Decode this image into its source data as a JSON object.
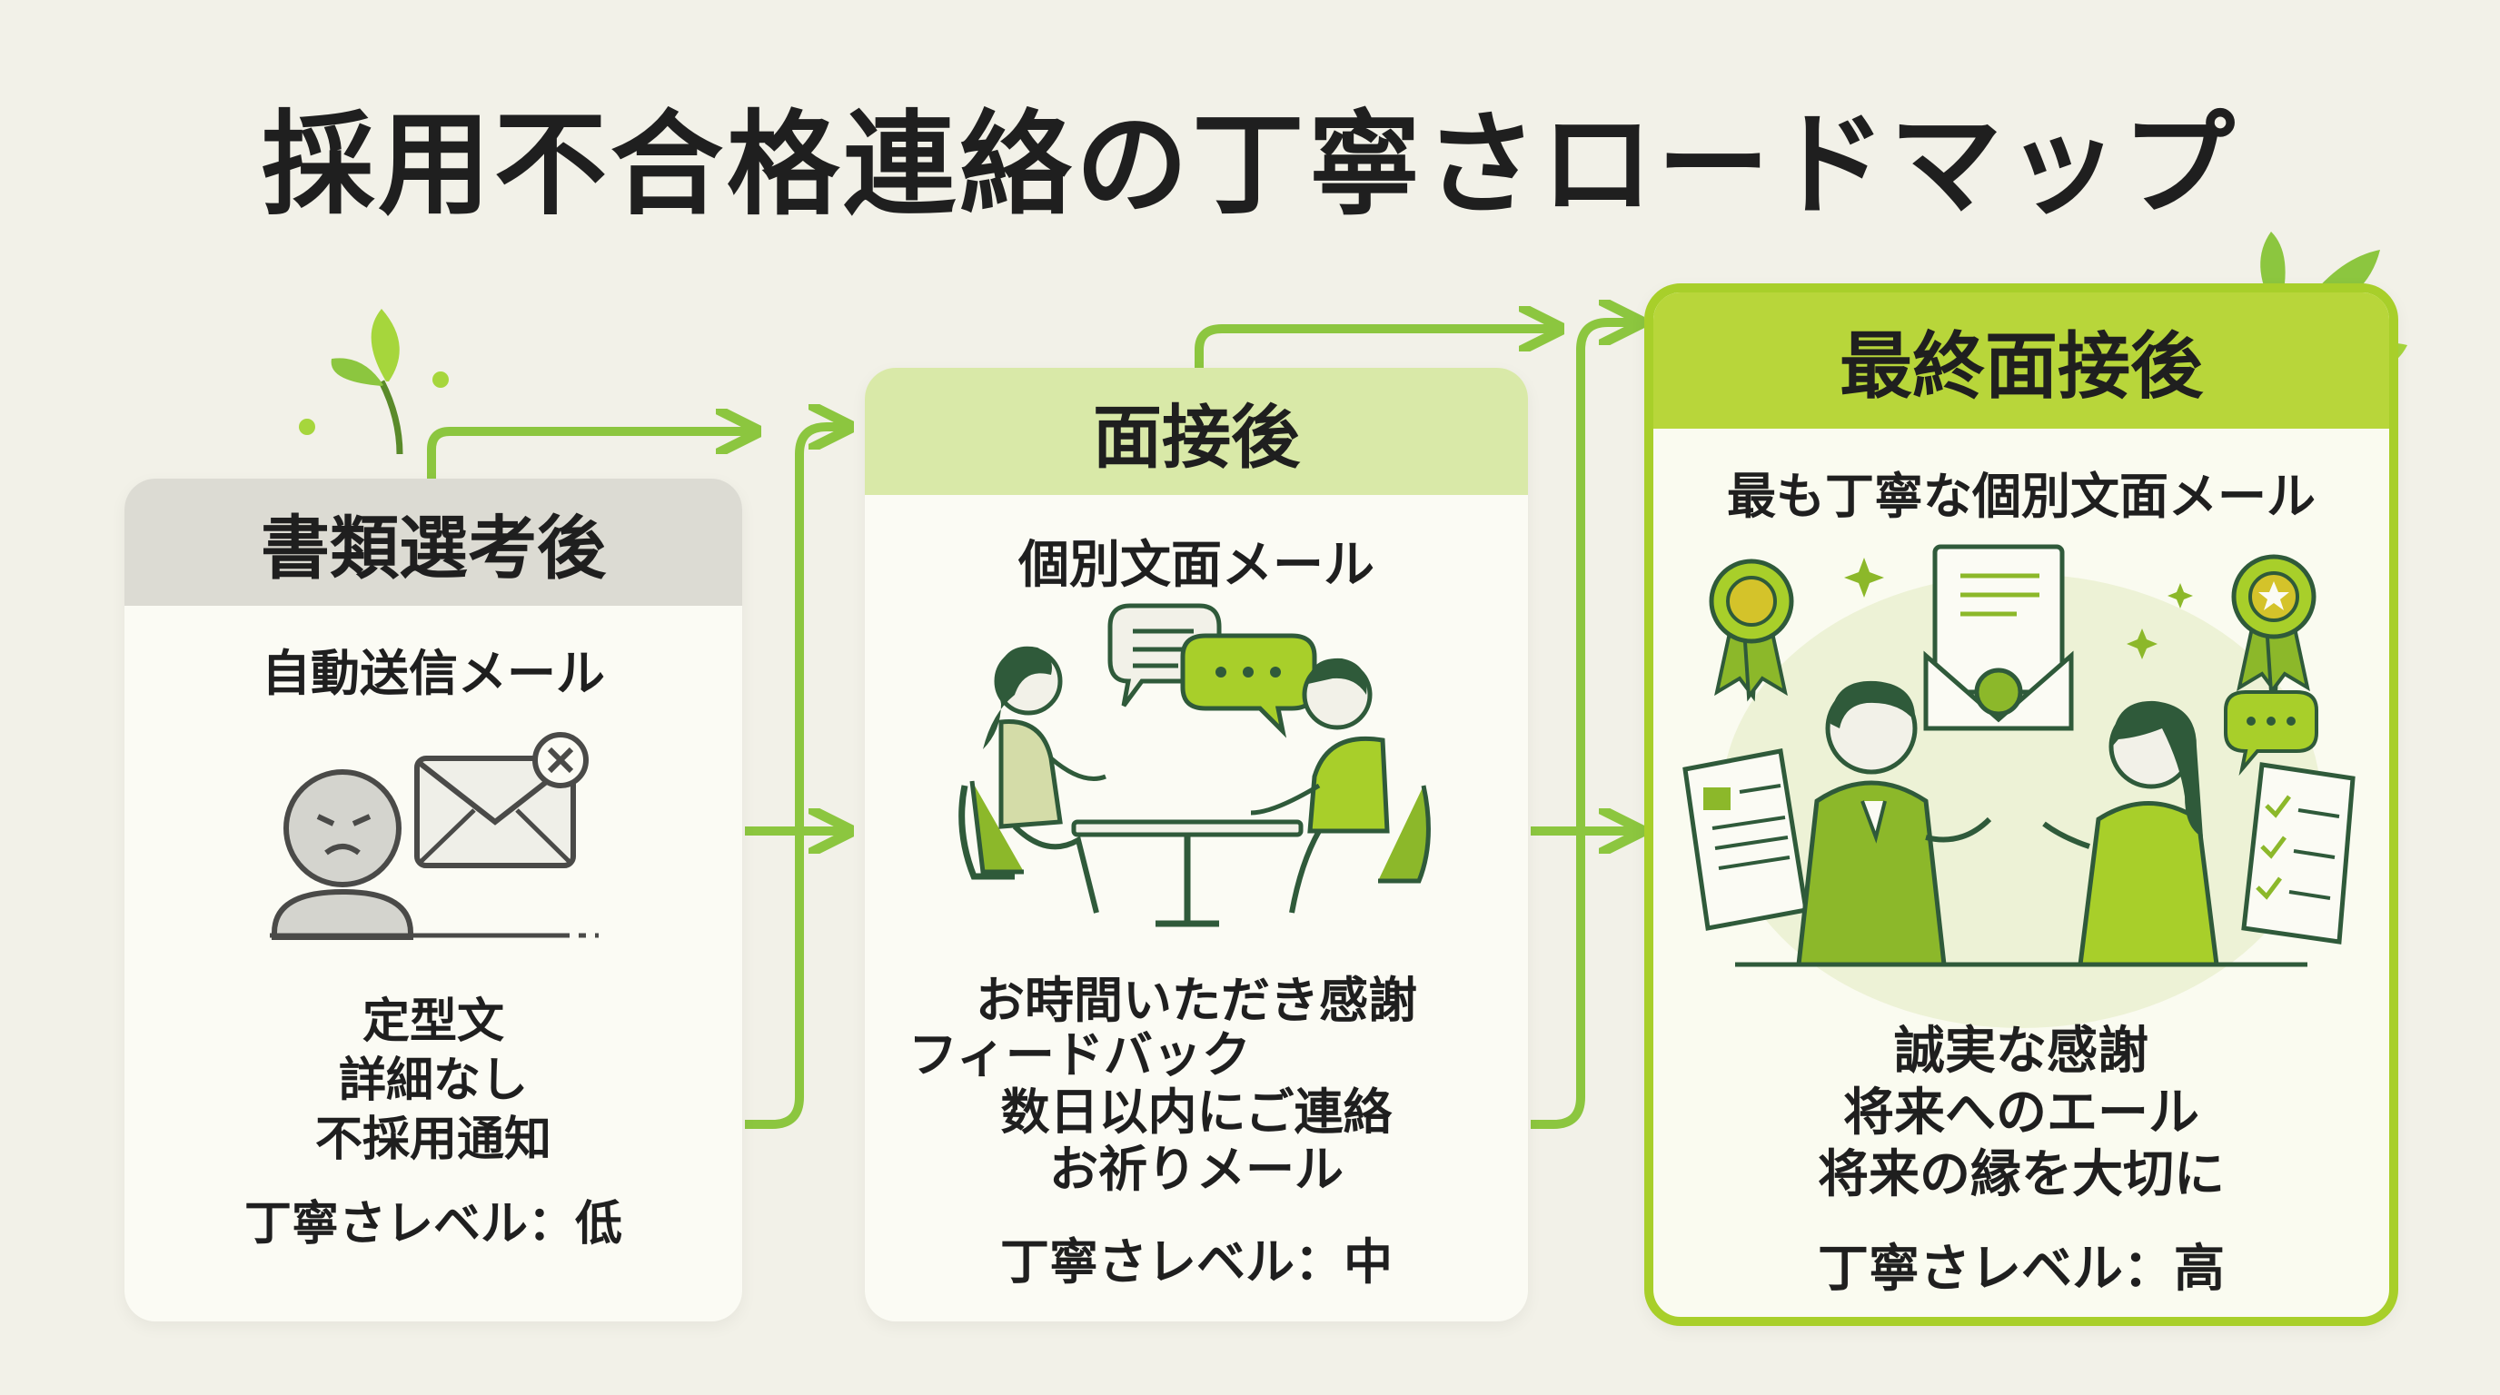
{
  "title": "採用不合格連絡の丁寧さロードマップ",
  "stages": [
    {
      "name": "書類選考後",
      "method": "自動送信メール",
      "points": [
        "定型文",
        "詳細なし",
        "不採用通知"
      ],
      "level": "丁寧さレベル：低"
    },
    {
      "name": "面接後",
      "method": "個別文面メール",
      "points": [
        "お時間いただき感謝",
        "フィードバック",
        "数日以内にご連絡",
        "お祈りメール"
      ],
      "level": "丁寧さレベル：中"
    },
    {
      "name": "最終面接後",
      "method": "最も丁寧な個別文面メール",
      "points": [
        "誠実な感謝",
        "将来へのエール",
        "将来の縁を大切に"
      ],
      "level": "丁寧さレベル：高"
    }
  ],
  "colors": {
    "accent": "#a8cf2a",
    "arrow": "#8cc63f",
    "dark_green": "#2f5a3a",
    "gray": "#7a7a76"
  },
  "icons": [
    "leaf-sprout-icon",
    "sad-person-icon",
    "envelope-x-icon",
    "speech-bubble-icon",
    "award-ribbon-icon",
    "certificate-envelope-icon",
    "document-icon",
    "sparkle-icon"
  ]
}
